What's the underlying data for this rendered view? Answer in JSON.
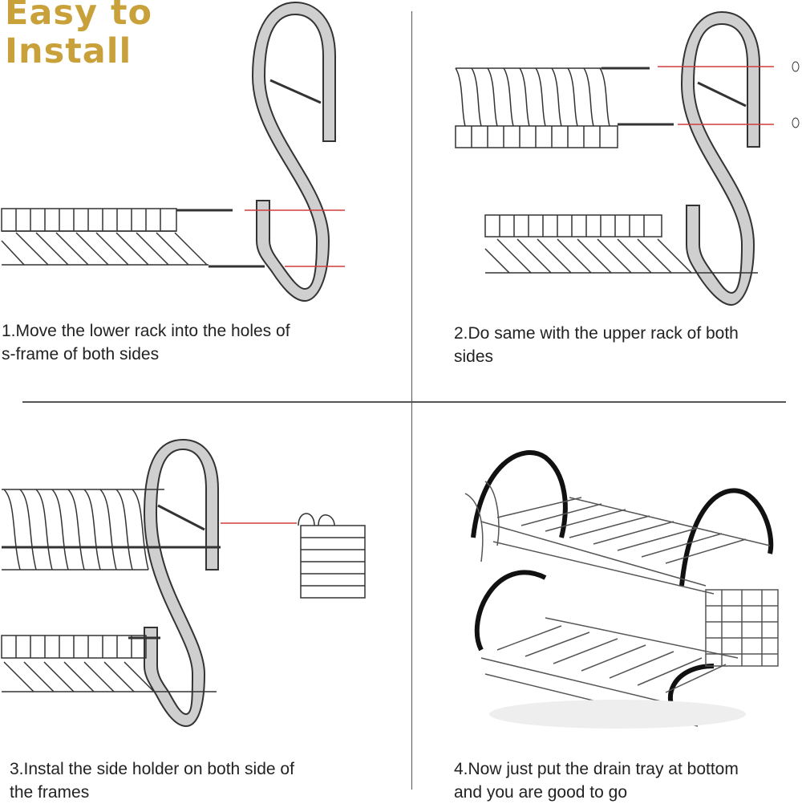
{
  "title": {
    "line1": "Easy to",
    "line2": "Install"
  },
  "steps": [
    {
      "caption_line1": "1.Move the lower rack into the holes of",
      "caption_line2": "s-frame of both sides"
    },
    {
      "caption_line1": "2.Do same with the upper rack of both",
      "caption_line2": "sides"
    },
    {
      "caption_line1": "3.Instal the side holder on both side of",
      "caption_line2": "the frames"
    },
    {
      "caption_line1": "4.Now just put the drain tray at bottom",
      "caption_line2": "and you are good to go"
    }
  ],
  "colors": {
    "title": "#c9a13a",
    "arrow": "#d23b3b",
    "frame_fill": "#cfcfcf",
    "frame_stroke": "#333333"
  }
}
